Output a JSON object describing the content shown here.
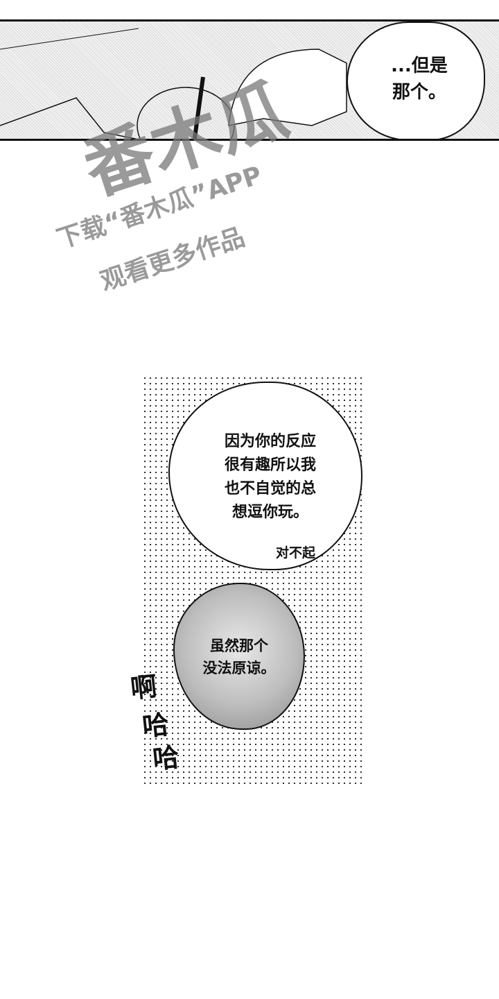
{
  "panel1": {
    "speech": [
      "...但是",
      "那个。"
    ]
  },
  "panel2": {
    "speech_main": [
      "因为你的反应",
      "很有趣所以我",
      "也不自觉的总",
      "想逗你玩。"
    ],
    "aside": "对不起",
    "speech_gray": [
      "虽然那个",
      "没法原谅。"
    ],
    "sfx": [
      "啊",
      "哈",
      "哈"
    ]
  },
  "watermark": {
    "logo": "番木瓜",
    "line1": "下载“番木瓜”APP",
    "line2": "观看更多作品"
  }
}
